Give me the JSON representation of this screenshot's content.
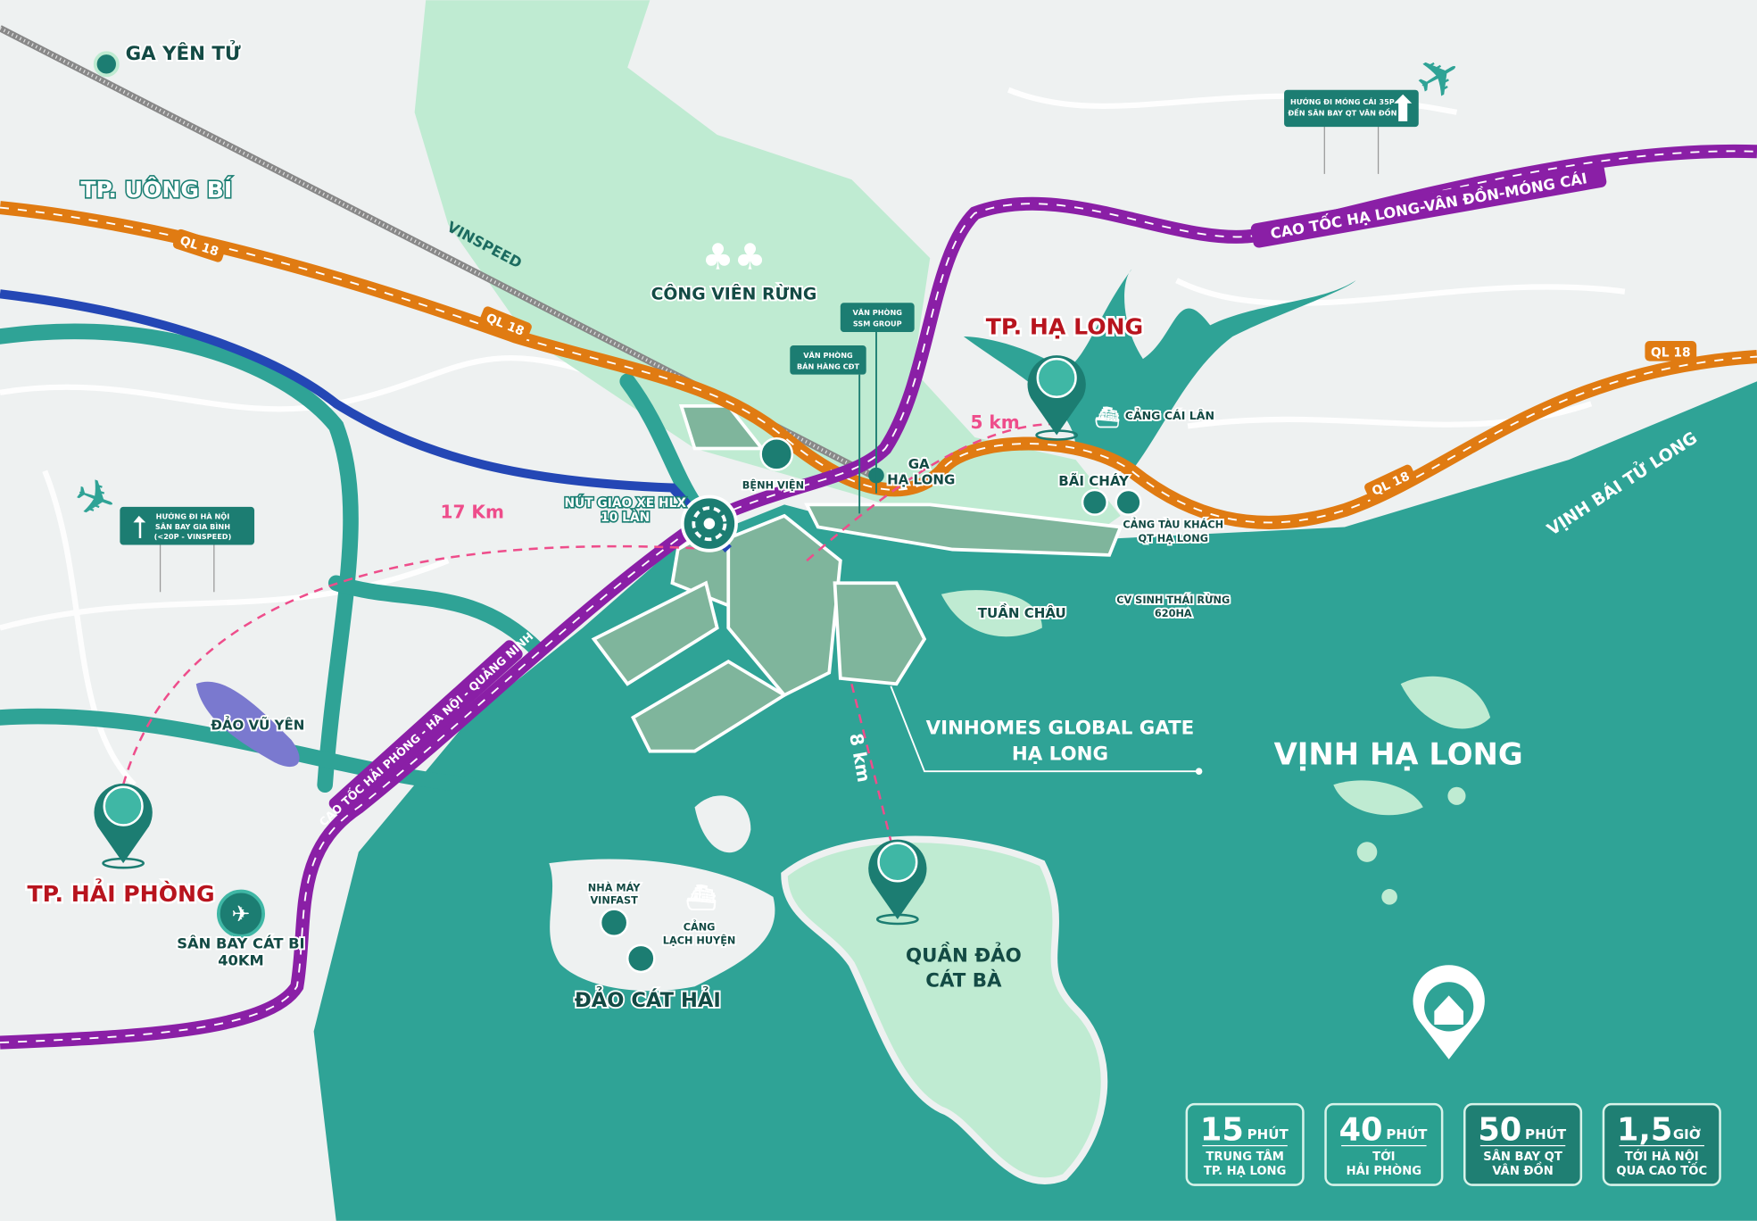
{
  "colors": {
    "land": "#eef1f1",
    "forest": "#bfebd2",
    "sea": "#2fa396",
    "marker": "#1c7d72",
    "ql18": "#e07b12",
    "highway": "#8a1fa6",
    "blue_road": "#2447b5",
    "distance": "#ee4d8b",
    "city_label": "#b8141e"
  },
  "places": {
    "ga_yen_tu": "GA YÊN TỬ",
    "uong_bi": "TP. UÔNG BÍ",
    "vinspeed": "VINSPEED",
    "cong_vien_rung": "CÔNG VIÊN RỪNG",
    "ha_long": "TP. HẠ LONG",
    "cang_cai_lan": "CẢNG CÁI LÂN",
    "ga_ha_long": [
      "GA",
      "HẠ LONG"
    ],
    "benh_vien": "BỆNH VIỆN",
    "nut_giao": [
      "NÚT GIAO XE HLX",
      "10 LÀN"
    ],
    "bai_chay": "BÃI CHÁY",
    "cang_tau_khach": [
      "CẢNG TÀU KHÁCH",
      "QT HẠ LONG"
    ],
    "tuan_chau": "TUẦN CHÂU",
    "cv_sinh_thai": [
      "CV SINH THÁI RỪNG",
      "620HA"
    ],
    "vinh_bai_tu_long": "VỊNH BÁI TỬ LONG",
    "vinh_ha_long": "VỊNH HẠ LONG",
    "project": [
      "VINHOMES GLOBAL GATE",
      "HẠ LONG"
    ],
    "dao_vu_yen": "ĐẢO VŨ YÊN",
    "hai_phong": "TP. HẢI PHÒNG",
    "san_bay_cat_bi": [
      "SÂN BAY CÁT BI",
      "40KM"
    ],
    "nha_may_vinfast": [
      "NHÀ MÁY",
      "VINFAST"
    ],
    "cang_lach_huyen": [
      "CẢNG",
      "LẠCH HUYỆN"
    ],
    "dao_cat_hai": "ĐẢO CÁT HẢI",
    "cat_ba": [
      "QUẦN ĐẢO",
      "CÁT BÀ"
    ]
  },
  "offices": {
    "ssm": [
      "VĂN PHÒNG",
      "SSM GROUP"
    ],
    "sales": [
      "VĂN PHÒNG",
      "BÁN HÀNG CĐT"
    ]
  },
  "roads": {
    "ql18": "QL 18",
    "highway_east": "CAO TỐC HẠ LONG-VÂN ĐỒN-MÓNG CÁI",
    "highway_west": "CAO TỐC HẢI PHÒNG - HÀ NỘI - QUẢNG NINH"
  },
  "distances": {
    "to_ha_long": "5 km",
    "to_hai_phong": "17 Km",
    "to_cat_ba": "8 km"
  },
  "signs": {
    "mong_cai": [
      "HƯỚNG ĐI MÓNG CÁI 35P",
      "ĐẾN SÂN BAY QT VÂN ĐỒN"
    ],
    "ha_noi": [
      "HƯỚNG ĐI HÀ NỘI",
      "SÂN BAY GIA BÌNH",
      "(<20P - VINSPEED)"
    ]
  },
  "stats": [
    {
      "value": "15",
      "unit": "PHÚT",
      "lines": [
        "TRUNG TÂM",
        "TP. HẠ LONG"
      ]
    },
    {
      "value": "40",
      "unit": "PHÚT",
      "lines": [
        "TỚI",
        "HẢI PHÒNG"
      ]
    },
    {
      "value": "50",
      "unit": "PHÚT",
      "lines": [
        "SÂN BAY QT",
        "VÂN ĐỒN"
      ]
    },
    {
      "value": "1,5",
      "unit": "GIỜ",
      "lines": [
        "TỚI HÀ NỘI",
        "QUA CAO TỐC"
      ]
    }
  ]
}
